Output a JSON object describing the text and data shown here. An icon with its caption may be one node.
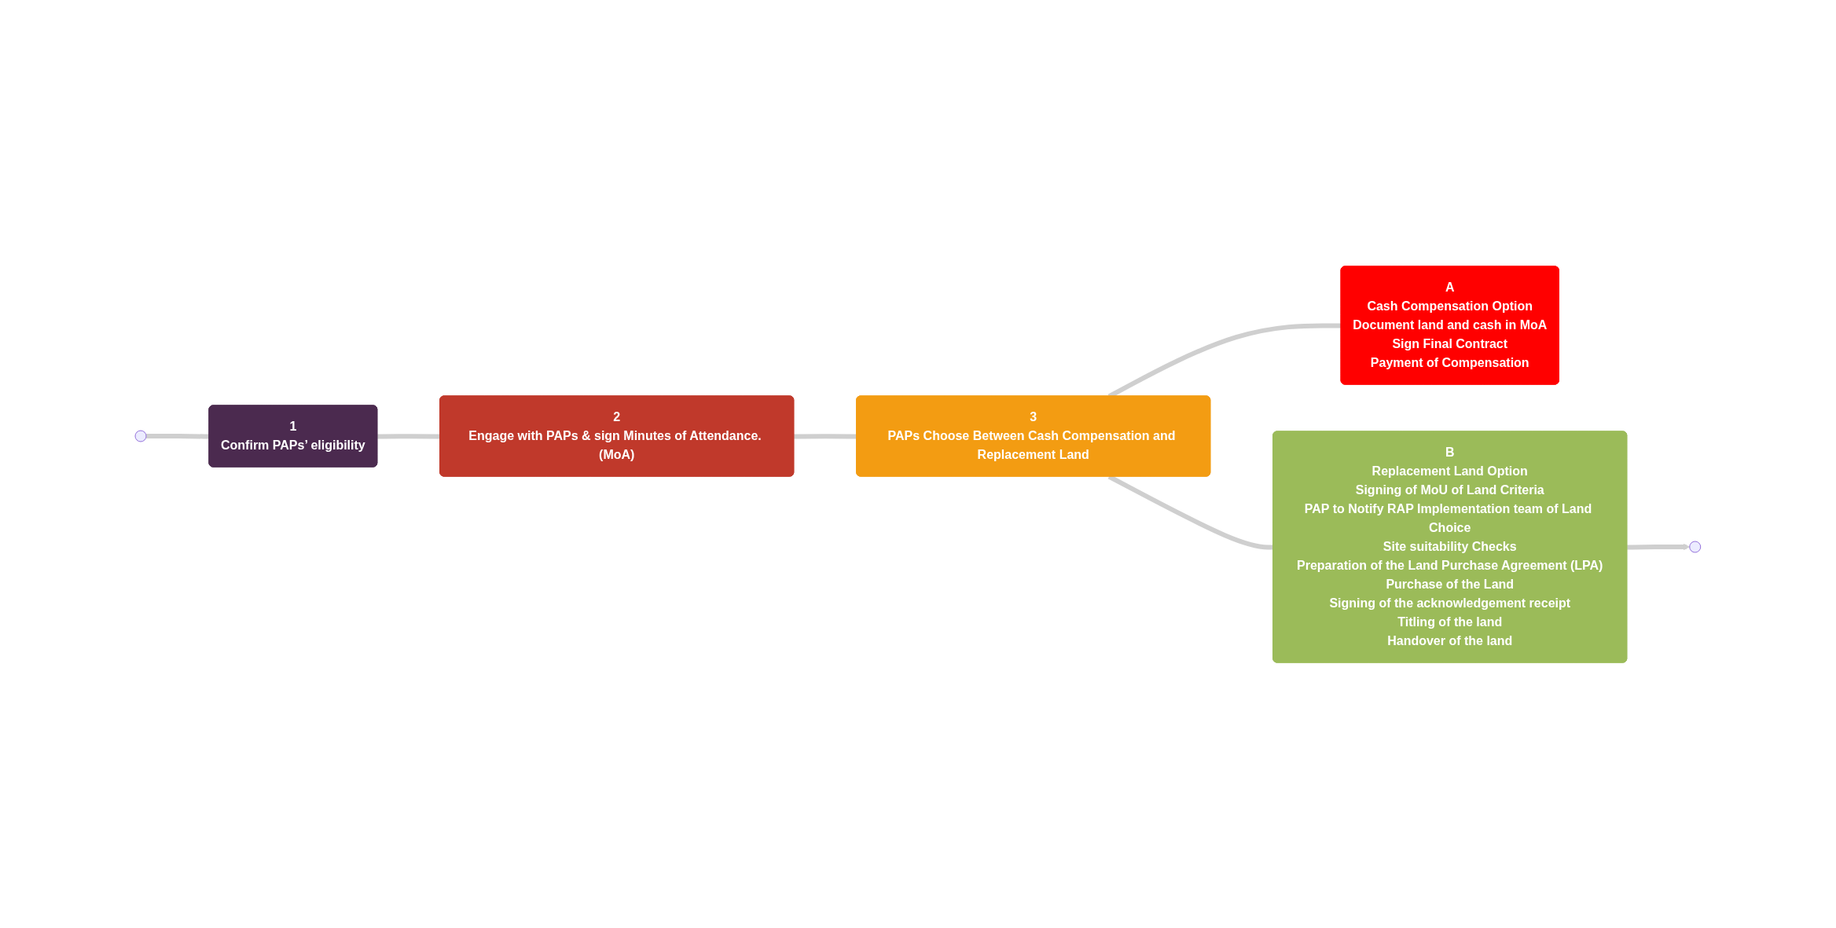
{
  "diagram": {
    "nodes": [
      {
        "text": [
          "1",
          "Confirm PAPs’ eligibility"
        ]
      },
      {
        "text": [
          "2",
          "Engage with PAPs & sign Minutes of Attendance. (MoA)"
        ]
      },
      {
        "text": [
          "3",
          "PAPs Choose Between Cash Compensation and Replacement Land"
        ]
      },
      {
        "text": [
          "A",
          "Cash Compensation Option",
          "Document land and cash in MoA",
          "Sign Final Contract",
          "Payment of Compensation"
        ]
      },
      {
        "text": [
          "B",
          "Replacement Land Option",
          "Signing of MoU of Land Criteria",
          "PAP to Notify RAP Implementation team of Land Choice",
          "Site suitability Checks",
          "Preparation of the Land Purchase Agreement (LPA)",
          "Purchase of the Land",
          "Signing of the acknowledgement receipt",
          "Titling of the land",
          "Handover of the land"
        ]
      }
    ],
    "edges": [
      {
        "from": null,
        "to": 0,
        "arrow": "none"
      },
      {
        "from": 0,
        "to": 1,
        "arrow": "none"
      },
      {
        "from": 1,
        "to": 2,
        "arrow": "none"
      },
      {
        "from": 2,
        "to": 3,
        "arrow": "none"
      },
      {
        "from": 2,
        "to": 4,
        "arrow": "none"
      },
      {
        "from": 4,
        "to": null,
        "arrow": "to"
      }
    ]
  }
}
